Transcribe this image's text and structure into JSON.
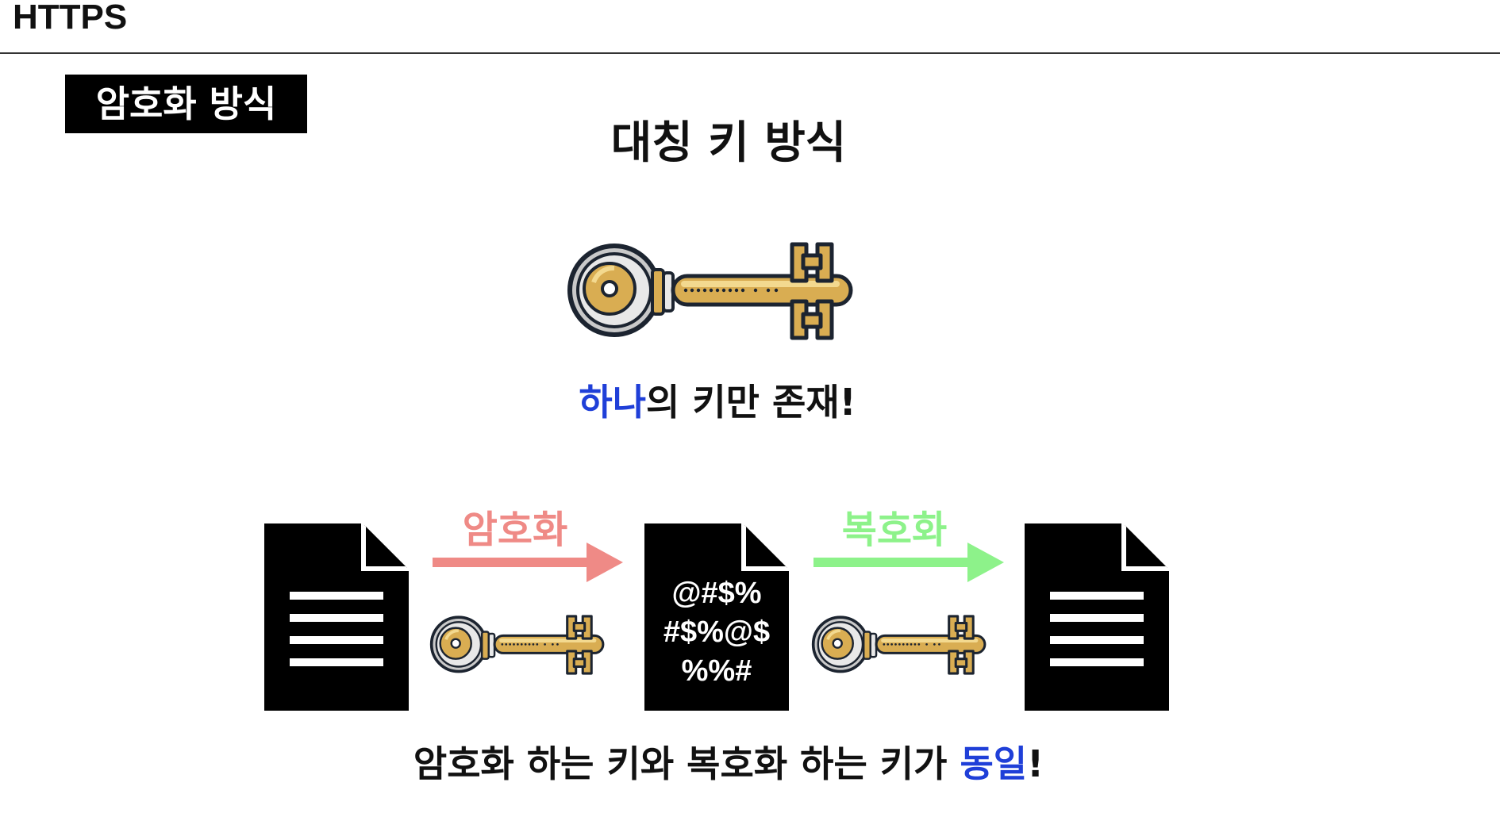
{
  "header": {
    "title": "HTTPS"
  },
  "section_badge": {
    "label": "암호화 방식"
  },
  "main": {
    "title": "대칭 키 방식",
    "key_caption": {
      "highlight": "하나",
      "rest": "의 키만 존재!"
    },
    "flow": {
      "encrypt_label": "암호화",
      "decrypt_label": "복호화",
      "cipher_text": "@#$%\n#$%@$\n%%#"
    },
    "bottom_caption": {
      "lead": "암호화 하는 키와 복호화 하는 키가 ",
      "highlight": "동일",
      "tail": "!"
    }
  },
  "icons": {
    "key": "key-icon",
    "document": "document-icon",
    "arrow": "arrow-right-icon"
  },
  "colors": {
    "highlight_blue": "#1f3fd8",
    "encrypt": "#ef8a86",
    "decrypt": "#8df28a",
    "key_gold": "#d9ad52",
    "key_outline": "#1c2430"
  }
}
